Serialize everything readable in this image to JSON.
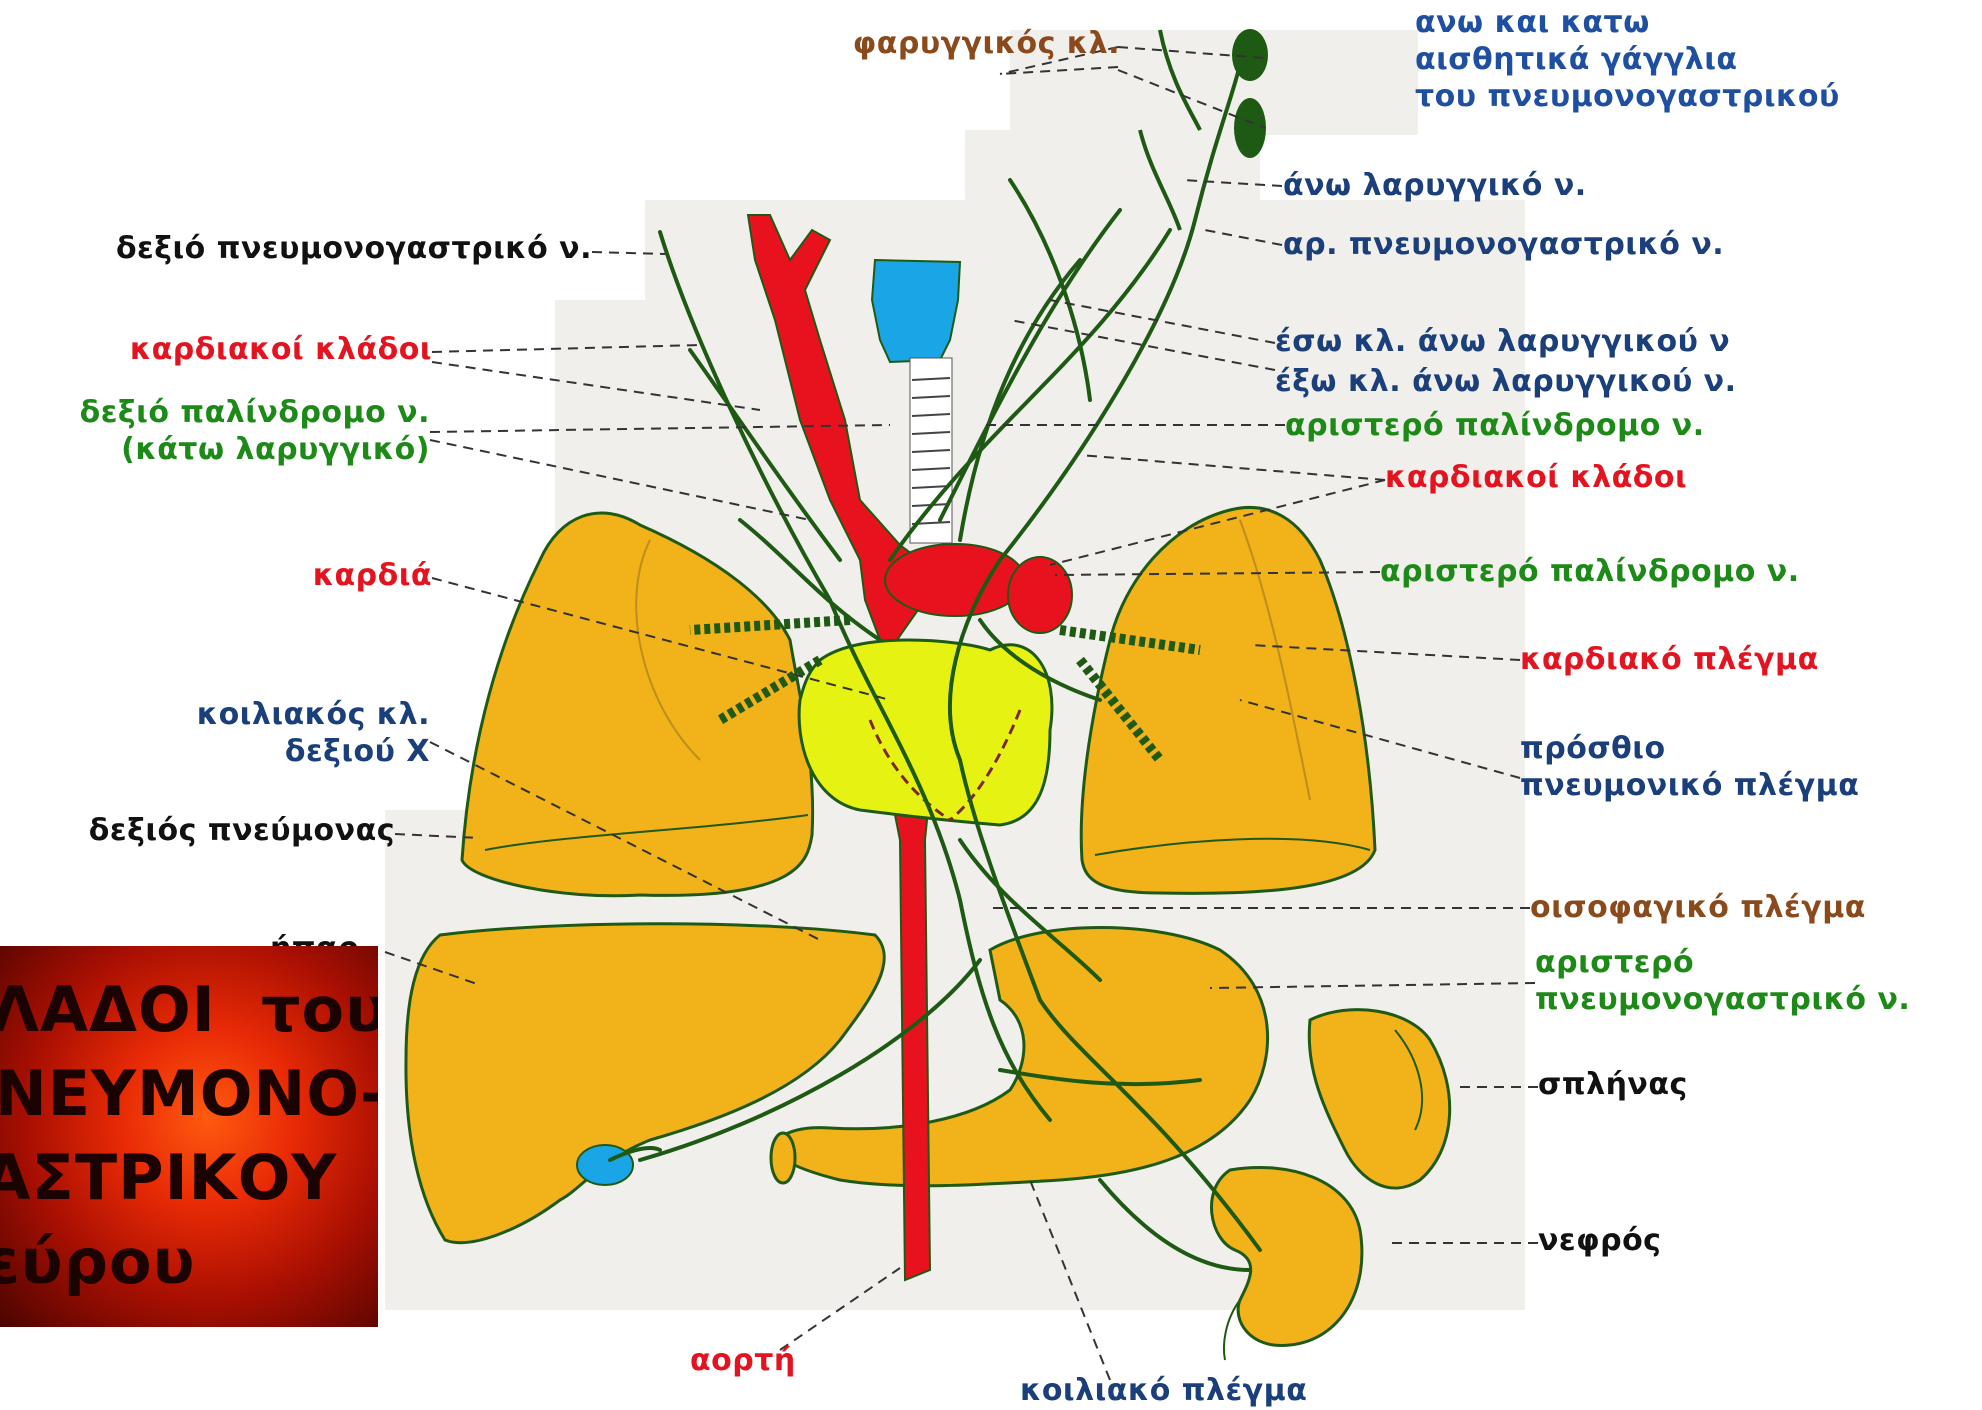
{
  "labels": {
    "pharyngeal_branch": "φαρυγγικός κλ.",
    "sensory_ganglia": "ανω και κατω\nαισθητικά γάγγλια\nτου πνευμονογαστρικού",
    "superior_laryngeal": "άνω λαρυγγικό ν.",
    "left_vagus_short": "αρ. πνευμονογαστρικό ν.",
    "right_vagus": "δεξιό πνευμονογαστρικό ν.",
    "cardiac_branches_left_side": "καρδιακοί κλάδοι",
    "internal_branch": "έσω κλ. άνω λαρυγγικού ν",
    "external_branch": "έξω κλ. άνω λαρυγγικού ν.",
    "right_recurrent": "δεξιό παλίνδρομο ν.\n(κάτω λαρυγγικό)",
    "left_recurrent_upper": "αριστερό παλίνδρομο ν.",
    "cardiac_branches_right_side": "καρδιακοί κλάδοι",
    "heart": "καρδιά",
    "left_recurrent_lower": "αριστερό παλίνδρομο ν.",
    "cardiac_plexus": "καρδιακό πλέγμα",
    "celiac_branch_right": "κοιλιακός κλ.\nδεξιού Χ",
    "anterior_pulmonary_plexus": "πρόσθιο\nπνευμονικό πλέγμα",
    "right_lung": "δεξιός πνεύμονας",
    "esophageal_plexus": "οισοφαγικό πλέγμα",
    "liver_partial": "ήπαρ",
    "left_vagus": "αριστερό\nπνευμονογαστρικό ν.",
    "spleen": "σπλήνας",
    "kidney": "νεφρός",
    "aorta": "αορτή",
    "celiac_plexus": "κοιλιακό πλέγμα"
  },
  "title_box": {
    "text": "ΚΛΑΔΟΙ  του\nΠΝΕΥΜΟΝΟ-\nΓΑΣΤΡΙΚΟΥ\nνεύρου"
  },
  "colors": {
    "organ": "#f2b21a",
    "nerve": "#1f5a14",
    "artery": "#e8121e",
    "heart": "#e6f312",
    "larynx": "#1aa5e6",
    "background_panel": "#f1efec"
  }
}
